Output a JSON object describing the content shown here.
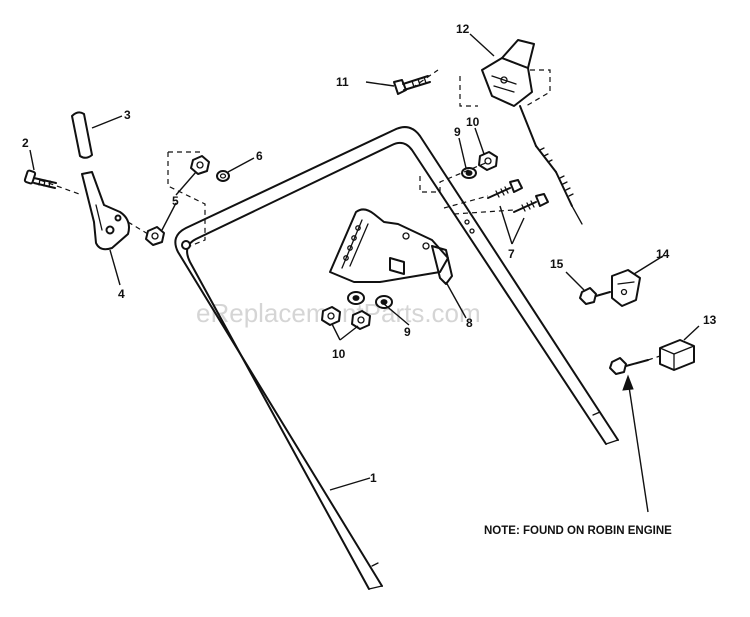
{
  "watermark": "eReplacementParts.com",
  "note": "NOTE: FOUND ON ROBIN ENGINE",
  "callouts": {
    "c1": "1",
    "c2": "2",
    "c3": "3",
    "c4": "4",
    "c5": "5",
    "c6": "6",
    "c7": "7",
    "c8": "8",
    "c9a": "9",
    "c9b": "9",
    "c10a": "10",
    "c10b": "10",
    "c11": "11",
    "c12": "12",
    "c13": "13",
    "c14": "14",
    "c15": "15"
  }
}
